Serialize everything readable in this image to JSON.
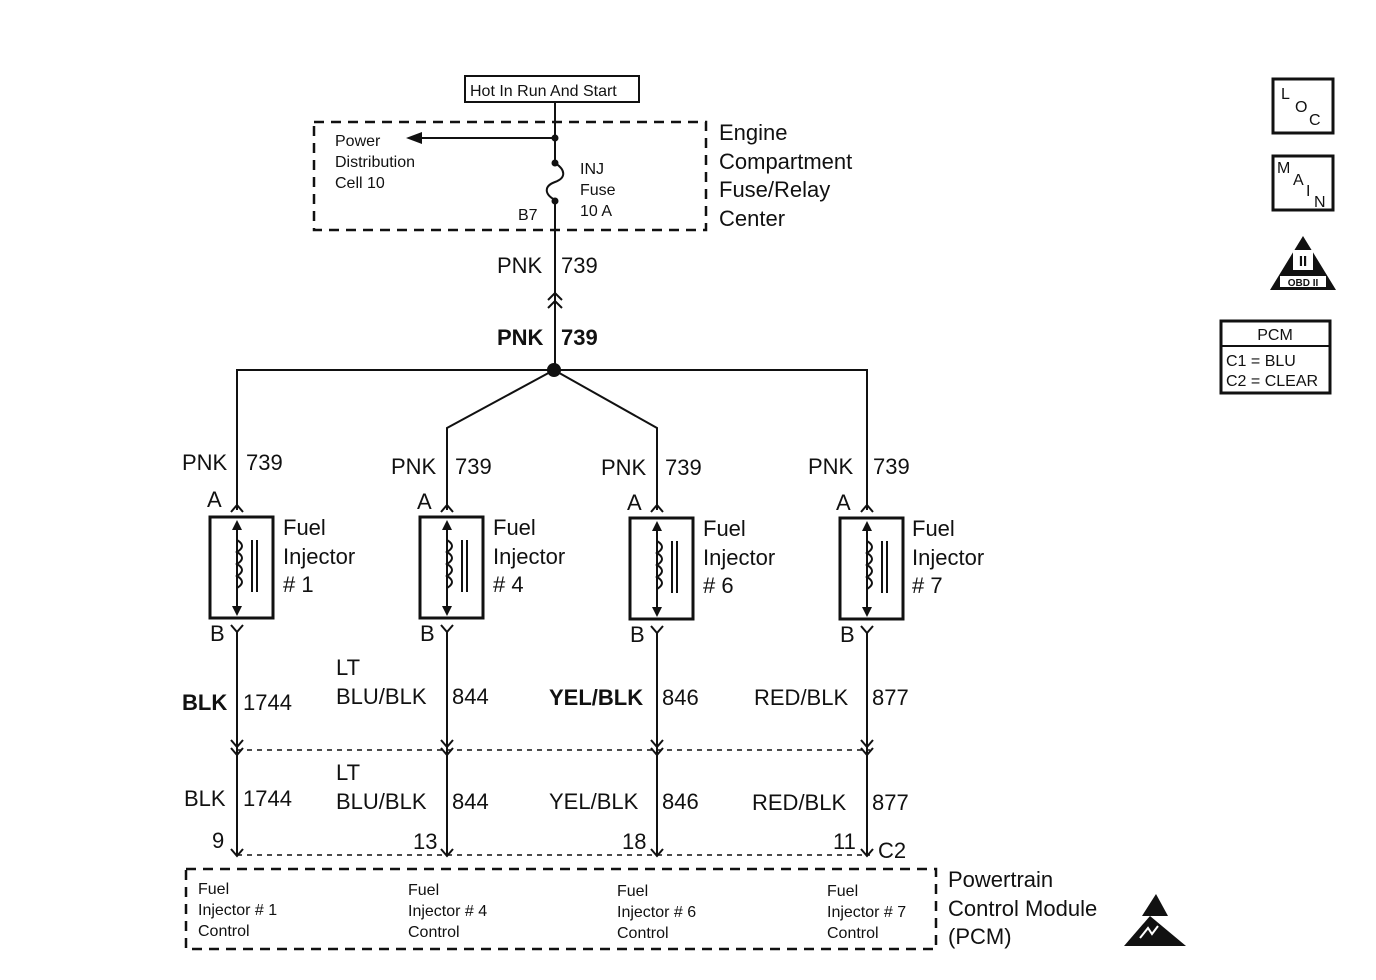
{
  "header": {
    "power_label": "Hot In Run And Start"
  },
  "fuse_center": {
    "title_lines": [
      "Engine",
      "Compartment",
      "Fuse/Relay",
      "Center"
    ],
    "power_dist_lines": [
      "Power",
      "Distribution",
      "Cell 10"
    ],
    "fuse_lines": [
      "INJ",
      "Fuse",
      "10 A"
    ],
    "terminal": "B7"
  },
  "main_wire": [
    {
      "color": "PNK",
      "circuit": "739"
    },
    {
      "color": "PNK",
      "circuit": "739"
    }
  ],
  "injectors": [
    {
      "feed_color": "PNK",
      "feed_circuit": "739",
      "pin_a": "A",
      "pin_b": "B",
      "name_lines": [
        "Fuel",
        "Injector",
        "# 1"
      ],
      "out_color_lt": "",
      "out_color": "BLK",
      "out_circuit": "1744",
      "pcm_color_lt": "",
      "pcm_color": "BLK",
      "pcm_circuit": "1744",
      "pcm_pin": "9",
      "pcm_label_lines": [
        "Fuel",
        "Injector # 1",
        "Control"
      ]
    },
    {
      "feed_color": "PNK",
      "feed_circuit": "739",
      "pin_a": "A",
      "pin_b": "B",
      "name_lines": [
        "Fuel",
        "Injector",
        "# 4"
      ],
      "out_color_lt": "LT",
      "out_color": "BLU/BLK",
      "out_circuit": "844",
      "pcm_color_lt": "LT",
      "pcm_color": "BLU/BLK",
      "pcm_circuit": "844",
      "pcm_pin": "13",
      "pcm_label_lines": [
        "Fuel",
        "Injector # 4",
        "Control"
      ]
    },
    {
      "feed_color": "PNK",
      "feed_circuit": "739",
      "pin_a": "A",
      "pin_b": "B",
      "name_lines": [
        "Fuel",
        "Injector",
        "# 6"
      ],
      "out_color_lt": "",
      "out_color": "YEL/BLK",
      "out_circuit": "846",
      "pcm_color_lt": "",
      "pcm_color": "YEL/BLK",
      "pcm_circuit": "846",
      "pcm_pin": "18",
      "pcm_label_lines": [
        "Fuel",
        "Injector # 6",
        "Control"
      ]
    },
    {
      "feed_color": "PNK",
      "feed_circuit": "739",
      "pin_a": "A",
      "pin_b": "B",
      "name_lines": [
        "Fuel",
        "Injector",
        "# 7"
      ],
      "out_color_lt": "",
      "out_color": "RED/BLK",
      "out_circuit": "877",
      "pcm_color_lt": "",
      "pcm_color": "RED/BLK",
      "pcm_circuit": "877",
      "pcm_pin": "11",
      "pcm_label_lines": [
        "Fuel",
        "Injector # 7",
        "Control"
      ]
    }
  ],
  "pcm": {
    "connector": "C2",
    "title_lines": [
      "Powertrain",
      "Control Module",
      "(PCM)"
    ]
  },
  "legend": {
    "loc": [
      "L",
      "O",
      "C"
    ],
    "main": [
      "M",
      "A",
      "I",
      "N"
    ],
    "obd_numeral": "II",
    "obd_text": "OBD II",
    "pcm_key_title": "PCM",
    "pcm_key_lines": [
      "C1 = BLU",
      "C2 = CLEAR"
    ]
  }
}
